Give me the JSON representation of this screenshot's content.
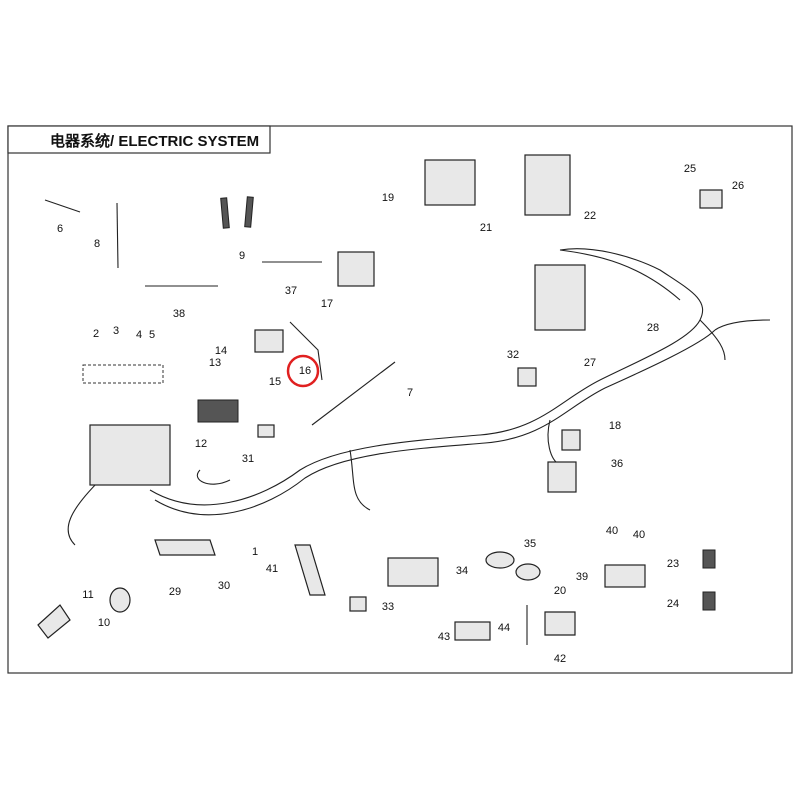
{
  "title": "电器系统/ ELECTRIC SYSTEM",
  "highlight_color": "#e02020",
  "highlighted_part": "16",
  "callouts": [
    "6",
    "8",
    "9",
    "37",
    "38",
    "17",
    "19",
    "21",
    "22",
    "25",
    "26",
    "28",
    "27",
    "32",
    "7",
    "2",
    "3",
    "4",
    "5",
    "14",
    "13",
    "15",
    "16",
    "12",
    "31",
    "18",
    "36",
    "1",
    "29",
    "30",
    "41",
    "34",
    "35",
    "33",
    "11",
    "10",
    "43",
    "44",
    "20",
    "42",
    "40",
    "40",
    "39",
    "23",
    "24"
  ]
}
